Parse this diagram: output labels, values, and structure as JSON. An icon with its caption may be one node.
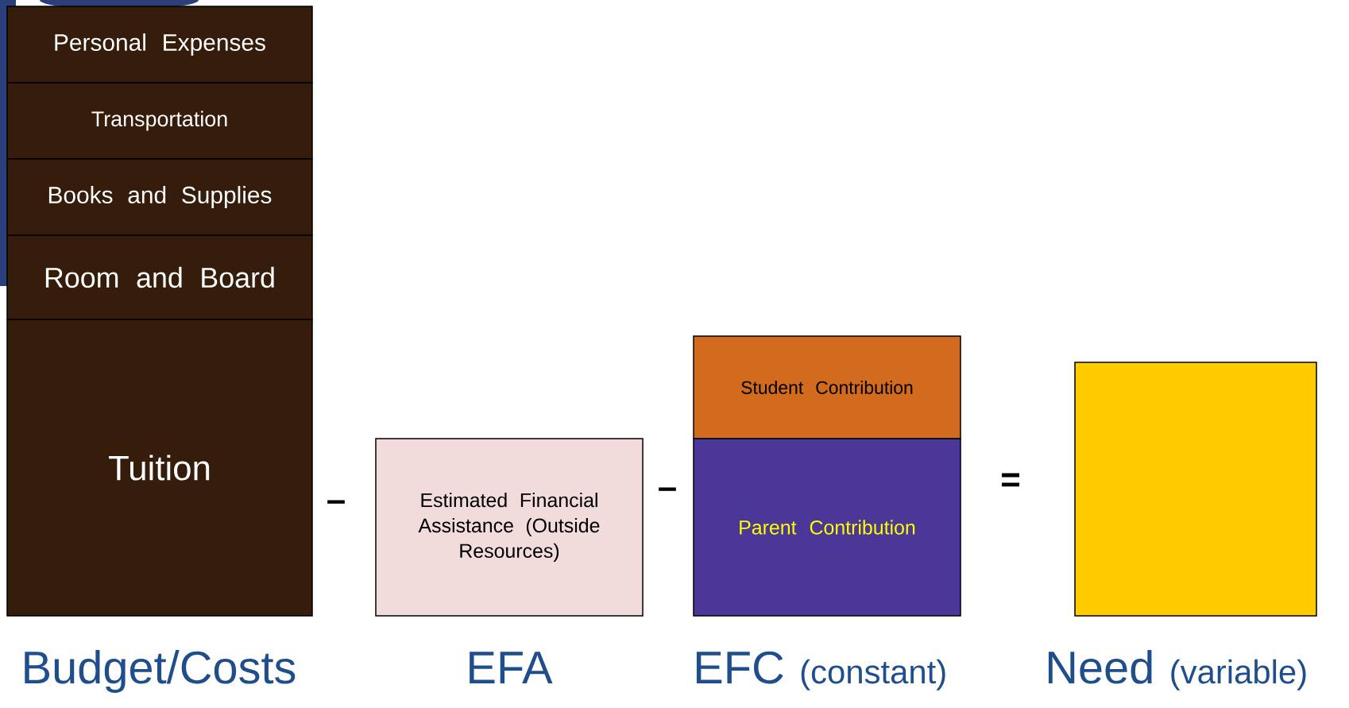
{
  "diagram": {
    "nodes": [
      {
        "text": [
          "Personal Expenses"
        ]
      },
      {
        "text": [
          "Transportation"
        ]
      },
      {
        "text": [
          "Books and Supplies"
        ]
      },
      {
        "text": [
          "Room and Board"
        ]
      },
      {
        "text": [
          "Tuition"
        ]
      },
      {
        "text": [
          "Estimated Financial Assistance (Outside Resources)"
        ]
      },
      {
        "text": [
          "Student Contribution"
        ]
      },
      {
        "text": [
          "Parent Contribution"
        ]
      },
      {
        "text": [],
        "shape": "box"
      }
    ],
    "labels": [
      "–",
      "–",
      "=",
      "Budget/Costs",
      "EFA",
      "EFC",
      "(constant)",
      "Need",
      "(variable)"
    ]
  }
}
